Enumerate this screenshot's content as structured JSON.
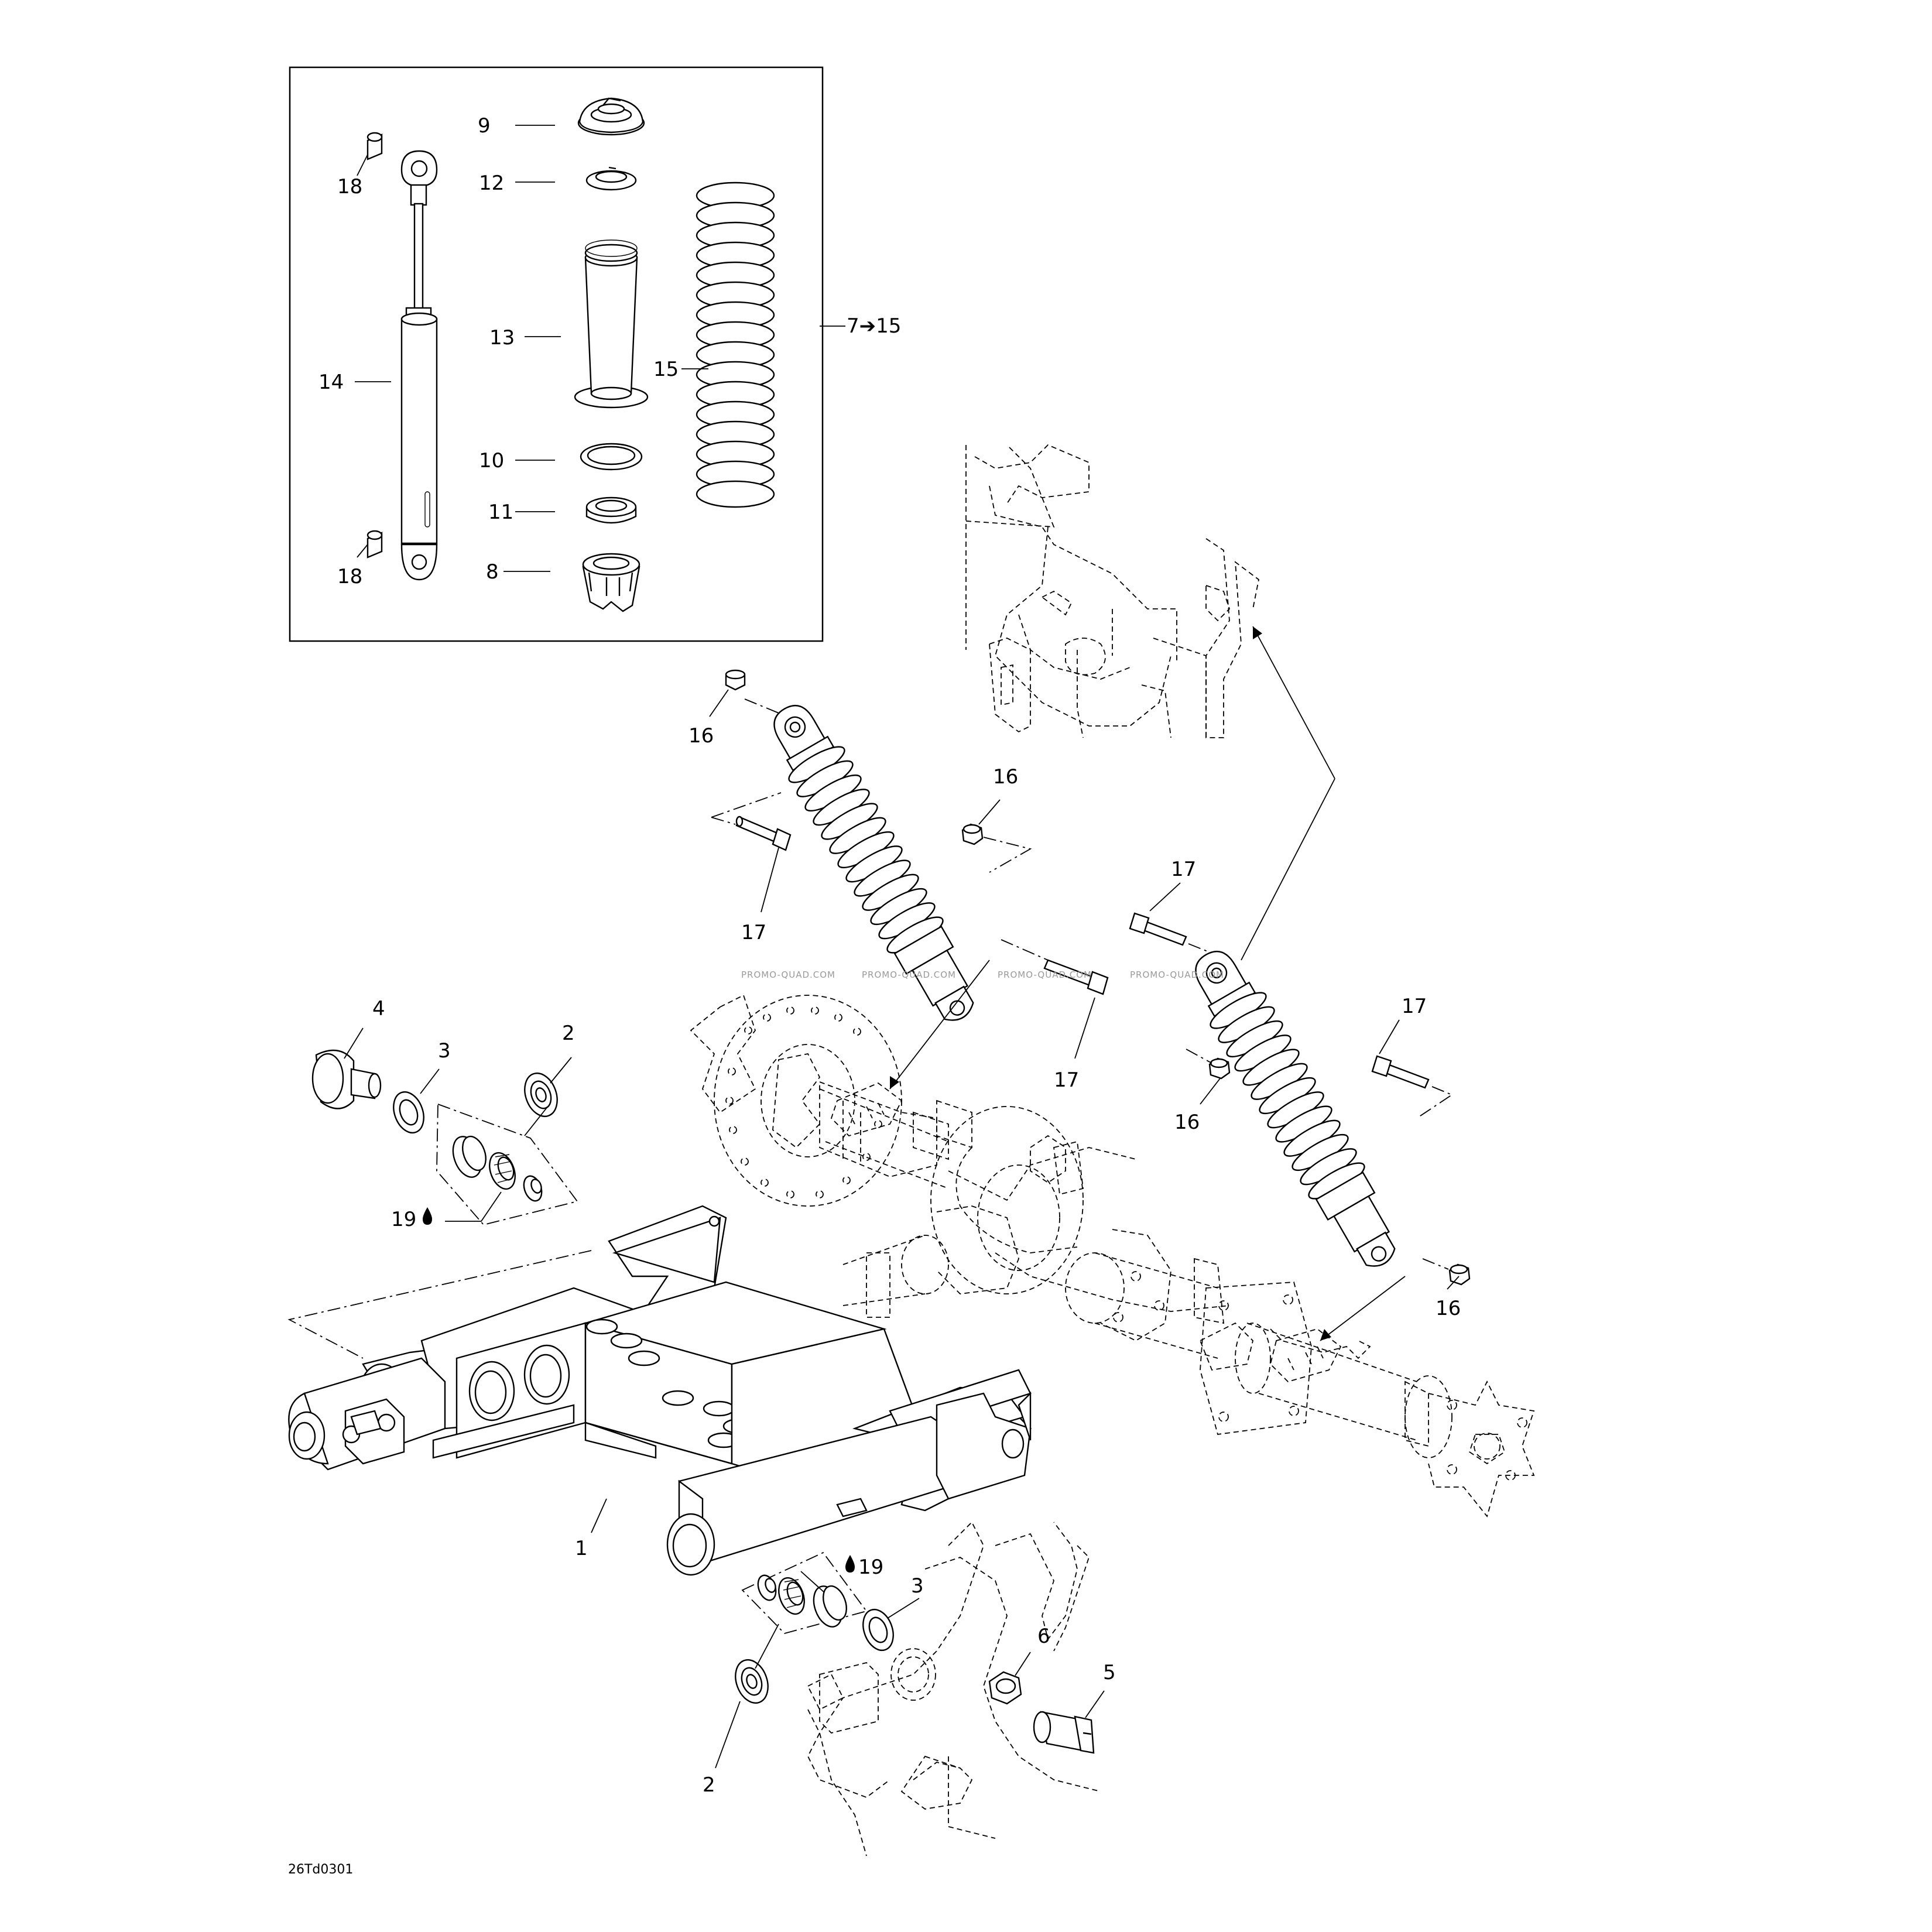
{
  "labels": {
    "l1": "1",
    "l2a": "2",
    "l2b": "2",
    "l3a": "3",
    "l3b": "3",
    "l4": "4",
    "l5": "5",
    "l6": "6",
    "l7": "7➔15",
    "l8": "8",
    "l9": "9",
    "l10": "10",
    "l11": "11",
    "l12": "12",
    "l13": "13",
    "l14": "14",
    "l15": "15",
    "l16a": "16",
    "l16b": "16",
    "l16c": "16",
    "l16d": "16",
    "l17a": "17",
    "l17b": "17",
    "l17c": "17",
    "l17d": "17",
    "l18a": "18",
    "l18b": "18",
    "l19a": "19",
    "l19b": "19"
  },
  "watermark": "PROMO-QUAD.COM",
  "drawing_code": "26Td0301"
}
